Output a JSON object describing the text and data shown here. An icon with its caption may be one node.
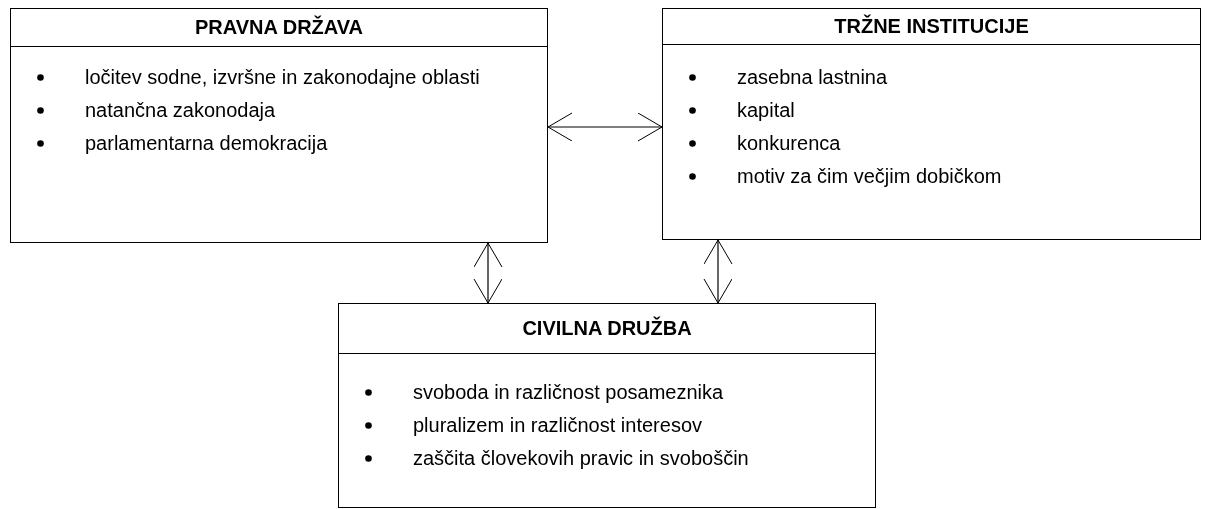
{
  "diagram": {
    "nodes": [
      {
        "text": [
          "PRAVNA DRŽAVA",
          "ločitev sodne, izvršne in zakonodajne oblasti",
          "natančna zakonodaja",
          "parlamentarna demokracija"
        ]
      },
      {
        "text": [
          "TRŽNE INSTITUCIJE",
          "zasebna lastnina",
          "kapital",
          "konkurenca",
          "motiv za čim večjim dobičkom"
        ]
      },
      {
        "text": [
          "CIVILNA DRUŽBA",
          "svoboda in različnost posameznika",
          "pluralizem in različnost interesov",
          "zaščita človekovih pravic in svoboščin"
        ]
      }
    ],
    "edges": [
      {
        "from": 0,
        "to": 1,
        "arrow": "both"
      },
      {
        "from": 0,
        "to": 2,
        "arrow": "both"
      },
      {
        "from": 1,
        "to": 2,
        "arrow": "both"
      }
    ]
  }
}
